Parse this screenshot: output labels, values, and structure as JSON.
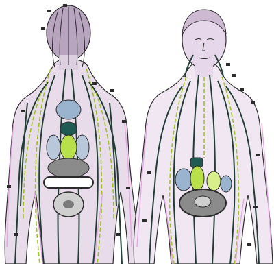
{
  "figures": [
    {
      "id": "back-figure",
      "view": "posterior"
    },
    {
      "id": "front-figure",
      "view": "anterior"
    }
  ],
  "colors": {
    "background": "#ffffff",
    "skin": "#d8c9dc",
    "hair": "#b9a4bf",
    "outline": "#2b2b2b",
    "channel_dark": "#1f3f35",
    "channel_green": "#9cc51f",
    "channel_pink": "#e7a6e6",
    "organ_blue": "#9ab3cf",
    "organ_teal": "#1f5b52",
    "organ_grey": "#8b8b8b",
    "organ_lime": "#b7e04a"
  },
  "icons": [
    "posterior-body-figure",
    "anterior-body-figure"
  ]
}
